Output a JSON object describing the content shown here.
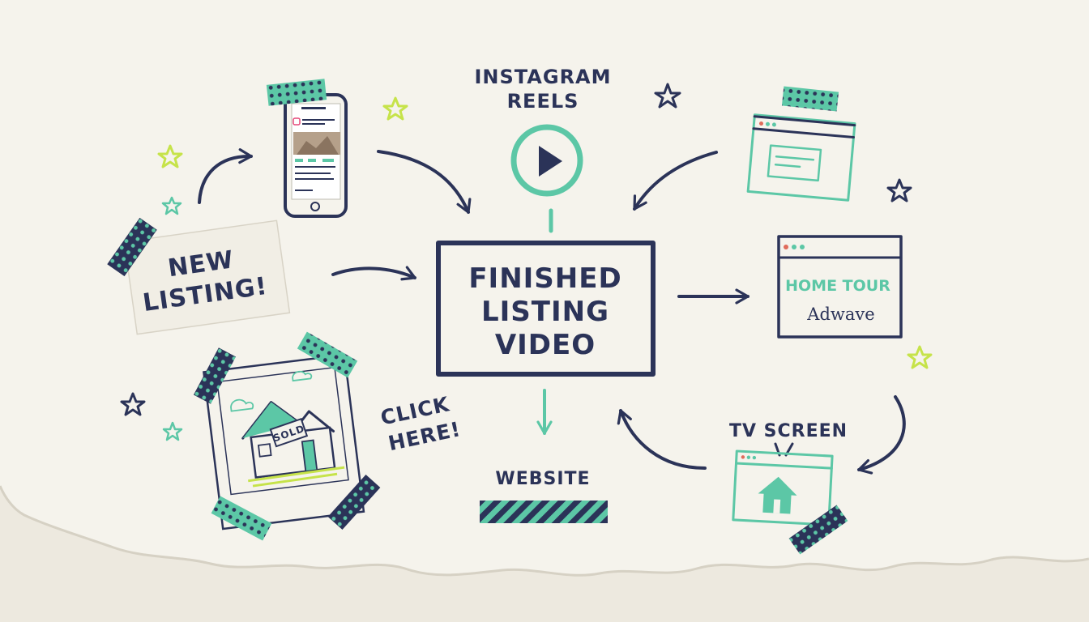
{
  "center": {
    "line1": "FINISHED",
    "line2": "LISTING",
    "line3": "VIDEO"
  },
  "note": {
    "line1": "NEW",
    "line2": "LISTING!"
  },
  "instagram": {
    "line1": "INSTAGRAM",
    "line2": "REELS"
  },
  "home_tour": {
    "title": "HOME TOUR",
    "brand": "Adwave"
  },
  "tv": {
    "label": "TV SCREEN"
  },
  "website": {
    "label": "WEBSITE"
  },
  "click": {
    "line1": "CLICK",
    "line2": "HERE!"
  },
  "polaroid": {
    "sign": "SOLD"
  },
  "colors": {
    "ink": "#2b3358",
    "teal": "#5cc7a6",
    "lime": "#c6e34a",
    "paper": "#f5f3ec",
    "background": "#ede9df"
  }
}
